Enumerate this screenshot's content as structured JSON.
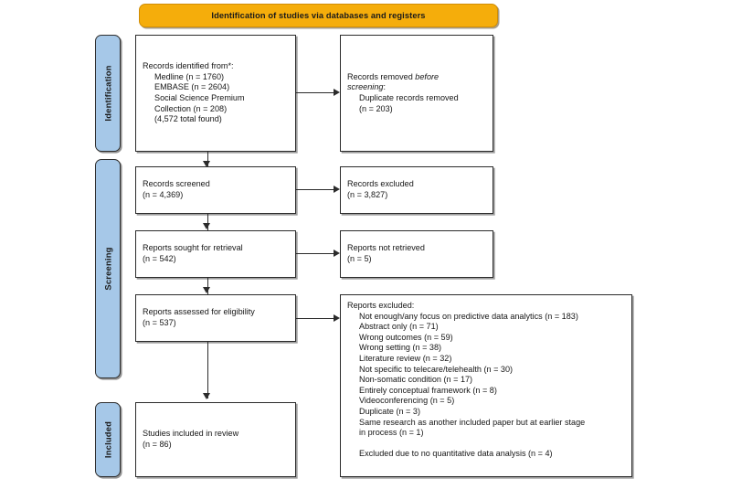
{
  "diagram": {
    "title": "PRISMA 2020 flow diagram",
    "banner_label": "Identification of studies via databases and registers",
    "accent_orange": "#f5ad0b",
    "accent_blue": "#a6c8e8",
    "stroke": "#2b2b2b"
  },
  "stages": [
    {
      "id": "identification",
      "label": "Identification"
    },
    {
      "id": "screening",
      "label": "Screening"
    },
    {
      "id": "included",
      "label": "Included"
    }
  ],
  "nodes": {
    "records_identified": {
      "lines": [
        {
          "text": "Records identified from*:",
          "indent": 0
        },
        {
          "text": "Medline (n = 1760)",
          "indent": 1
        },
        {
          "text": "EMBASE (n = 2604)",
          "indent": 1
        },
        {
          "text": "Social Science Premium",
          "indent": 1
        },
        {
          "text": "Collection (n = 208)",
          "indent": 1
        },
        {
          "text": "(4,572 total found)",
          "indent": 1
        }
      ]
    },
    "records_removed": {
      "lines": [
        {
          "text": "Records removed ",
          "italic_tail": "before",
          "indent": 0
        },
        {
          "text": "",
          "italic_head": "screening",
          "tail": ":",
          "indent": 0
        },
        {
          "text": "Duplicate records removed",
          "indent": 1
        },
        {
          "text": "(n = 203)",
          "indent": 1
        }
      ]
    },
    "records_screened": {
      "lines": [
        {
          "text": "Records screened",
          "indent": 0
        },
        {
          "text": "(n = 4,369)",
          "indent": 0
        }
      ]
    },
    "records_excluded": {
      "lines": [
        {
          "text": "Records excluded",
          "indent": 0
        },
        {
          "text": "(n = 3,827)",
          "indent": 0
        }
      ]
    },
    "reports_sought": {
      "lines": [
        {
          "text": "Reports sought for retrieval",
          "indent": 0
        },
        {
          "text": "(n = 542)",
          "indent": 0
        }
      ]
    },
    "reports_not_retrieved": {
      "lines": [
        {
          "text": "Reports not retrieved",
          "indent": 0
        },
        {
          "text": "(n = 5)",
          "indent": 0
        }
      ]
    },
    "reports_assessed": {
      "lines": [
        {
          "text": "Reports assessed for eligibility",
          "indent": 0
        },
        {
          "text": "(n = 537)",
          "indent": 0
        }
      ]
    },
    "reports_excluded": {
      "lines": [
        {
          "text": "Reports excluded:",
          "indent": 0
        },
        {
          "text": "Not enough/any focus on predictive data analytics (n = 183)",
          "indent": 1
        },
        {
          "text": "Abstract only (n = 71)",
          "indent": 1
        },
        {
          "text": "Wrong outcomes (n = 59)",
          "indent": 1
        },
        {
          "text": "Wrong setting (n = 38)",
          "indent": 1
        },
        {
          "text": "Literature review (n = 32)",
          "indent": 1
        },
        {
          "text": "Not specific to telecare/telehealth (n = 30)",
          "indent": 1
        },
        {
          "text": "Non-somatic condition (n = 17)",
          "indent": 1
        },
        {
          "text": "Entirely conceptual framework (n = 8)",
          "indent": 1
        },
        {
          "text": "Videoconferencing (n = 5)",
          "indent": 1
        },
        {
          "text": "Duplicate (n = 3)",
          "indent": 1
        },
        {
          "text": "Same research as another included paper but at earlier stage",
          "indent": 1
        },
        {
          "text": "in process (n = 1)",
          "indent": 1
        },
        {
          "text": "",
          "indent": 1
        },
        {
          "text": "Excluded due to no quantitative data analysis (n = 4)",
          "indent": 1
        }
      ]
    },
    "studies_included": {
      "lines": [
        {
          "text": "Studies included in review",
          "indent": 0
        },
        {
          "text": "(n = 86)",
          "indent": 0
        }
      ]
    }
  },
  "chart_data": {
    "type": "diagram",
    "title": "Identification of studies via databases and registers",
    "flow": [
      {
        "stage": "Identification",
        "node": "Records identified from*",
        "n_total": 4572,
        "sources": [
          {
            "name": "Medline",
            "n": 1760
          },
          {
            "name": "EMBASE",
            "n": 2604
          },
          {
            "name": "Social Science Premium Collection",
            "n": 208
          }
        ],
        "excluded": {
          "node": "Records removed before screening",
          "reasons": [
            {
              "reason": "Duplicate records removed",
              "n": 203
            }
          ]
        }
      },
      {
        "stage": "Screening",
        "node": "Records screened",
        "n": 4369,
        "excluded": {
          "node": "Records excluded",
          "n": 3827
        }
      },
      {
        "stage": "Screening",
        "node": "Reports sought for retrieval",
        "n": 542,
        "excluded": {
          "node": "Reports not retrieved",
          "n": 5
        }
      },
      {
        "stage": "Screening",
        "node": "Reports assessed for eligibility",
        "n": 537,
        "excluded": {
          "node": "Reports excluded",
          "reasons": [
            {
              "reason": "Not enough/any focus on predictive data analytics",
              "n": 183
            },
            {
              "reason": "Abstract only",
              "n": 71
            },
            {
              "reason": "Wrong outcomes",
              "n": 59
            },
            {
              "reason": "Wrong setting",
              "n": 38
            },
            {
              "reason": "Literature review",
              "n": 32
            },
            {
              "reason": "Not specific to telecare/telehealth",
              "n": 30
            },
            {
              "reason": "Non-somatic condition",
              "n": 17
            },
            {
              "reason": "Entirely conceptual framework",
              "n": 8
            },
            {
              "reason": "Videoconferencing",
              "n": 5
            },
            {
              "reason": "Duplicate",
              "n": 3
            },
            {
              "reason": "Same research as another included paper but at earlier stage in process",
              "n": 1
            },
            {
              "reason": "Excluded due to no quantitative data analysis",
              "n": 4
            }
          ]
        }
      },
      {
        "stage": "Included",
        "node": "Studies included in review",
        "n": 86
      }
    ]
  }
}
